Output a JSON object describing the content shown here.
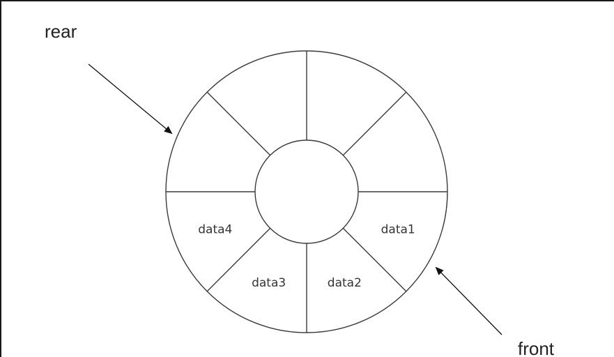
{
  "labels": {
    "rear": "rear",
    "front": "front"
  },
  "slots": [
    {
      "name": "slot-0",
      "text": "data1"
    },
    {
      "name": "slot-1",
      "text": "data2"
    },
    {
      "name": "slot-2",
      "text": "data3"
    },
    {
      "name": "slot-3",
      "text": "data4"
    },
    {
      "name": "slot-4",
      "text": ""
    },
    {
      "name": "slot-5",
      "text": ""
    },
    {
      "name": "slot-6",
      "text": ""
    },
    {
      "name": "slot-7",
      "text": ""
    }
  ],
  "colors": {
    "line": "#3a3a3a",
    "text": "#333333"
  }
}
